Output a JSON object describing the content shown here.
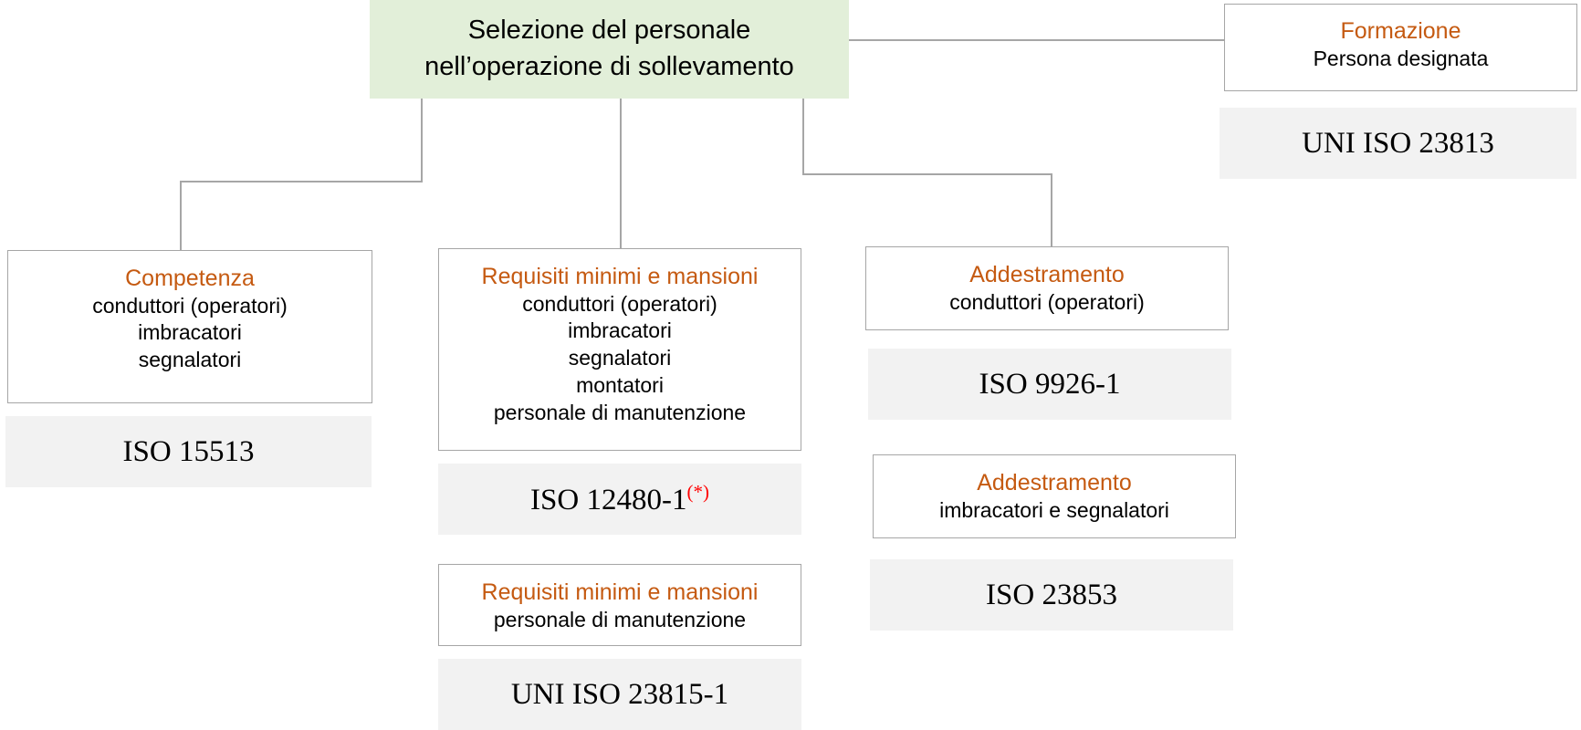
{
  "colors": {
    "accent_orange": "#C55A11",
    "root_fill": "#E2EFD9",
    "standard_fill": "#F2F2F2",
    "border": "#A6A6A6",
    "asterisk_red": "#FF0000"
  },
  "root": {
    "line1": "Selezione del personale",
    "line2": "nell’operazione di sollevamento"
  },
  "branches": {
    "competenza": {
      "title": "Competenza",
      "roles": [
        "conduttori (operatori)",
        "imbracatori",
        "segnalatori"
      ],
      "standard": "ISO 15513"
    },
    "requisiti": {
      "title": "Requisiti minimi e mansioni",
      "roles": [
        "conduttori (operatori)",
        "imbracatori",
        "segnalatori",
        "montatori",
        "personale di manutenzione"
      ],
      "standard": "ISO 12480-1",
      "standard_note": "(*)"
    },
    "requisiti_manutenzione": {
      "title": "Requisiti minimi e mansioni",
      "roles": [
        "personale di manutenzione"
      ],
      "standard": "UNI ISO 23815-1"
    },
    "addestramento_conduttori": {
      "title": "Addestramento",
      "roles": [
        "conduttori (operatori)"
      ],
      "standard": "ISO 9926-1"
    },
    "addestramento_imbracatori": {
      "title": "Addestramento",
      "roles": [
        "imbracatori e segnalatori"
      ],
      "standard": "ISO 23853"
    },
    "formazione": {
      "title": "Formazione",
      "roles": [
        "Persona designata"
      ],
      "standard": "UNI ISO 23813"
    }
  }
}
